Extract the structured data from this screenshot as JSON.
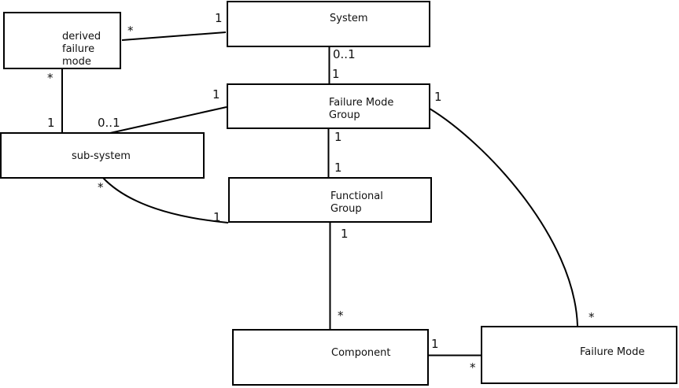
{
  "diagram": {
    "type": "entity-association-diagram",
    "colors": {
      "background": "#ffffff",
      "box_fill": "#ffffff",
      "box_border": "#000000",
      "line": "#000000",
      "text": "#111111"
    },
    "boxes": {
      "derived_failure_mode": {
        "lines": [
          "derived",
          "failure",
          "mode"
        ]
      },
      "system": {
        "lines": [
          "System"
        ]
      },
      "failure_mode_group": {
        "lines": [
          "Failure Mode",
          "Group"
        ]
      },
      "sub_system": {
        "lines": [
          "sub-system"
        ]
      },
      "functional_group": {
        "lines": [
          "Functional",
          "Group"
        ]
      },
      "component": {
        "lines": [
          "Component"
        ]
      },
      "failure_mode": {
        "lines": [
          "Failure Mode"
        ]
      }
    },
    "connections": [
      {
        "from": "derived failure mode",
        "to": "System",
        "from_label": "*",
        "to_label": "1"
      },
      {
        "from": "System",
        "to": "Failure Mode Group",
        "from_label": "0..1",
        "to_label": "1"
      },
      {
        "from": "derived failure mode",
        "to": "sub-system",
        "from_label": "*",
        "to_label": "1"
      },
      {
        "from": "Failure Mode Group",
        "to": "sub-system",
        "from_label": "1",
        "to_label": "0..1"
      },
      {
        "from": "Failure Mode Group",
        "to": "Functional Group",
        "from_label": "1",
        "to_label": "1"
      },
      {
        "from": "sub-system",
        "to": "Functional Group",
        "from_label": "*",
        "to_label": "1"
      },
      {
        "from": "Functional Group",
        "to": "Component",
        "from_label": "1",
        "to_label": "*"
      },
      {
        "from": "Component",
        "to": "Failure Mode",
        "from_label": "1",
        "to_label": "*"
      },
      {
        "from": "Failure Mode Group",
        "to": "Failure Mode",
        "from_label": "1",
        "to_label": "*"
      }
    ]
  }
}
